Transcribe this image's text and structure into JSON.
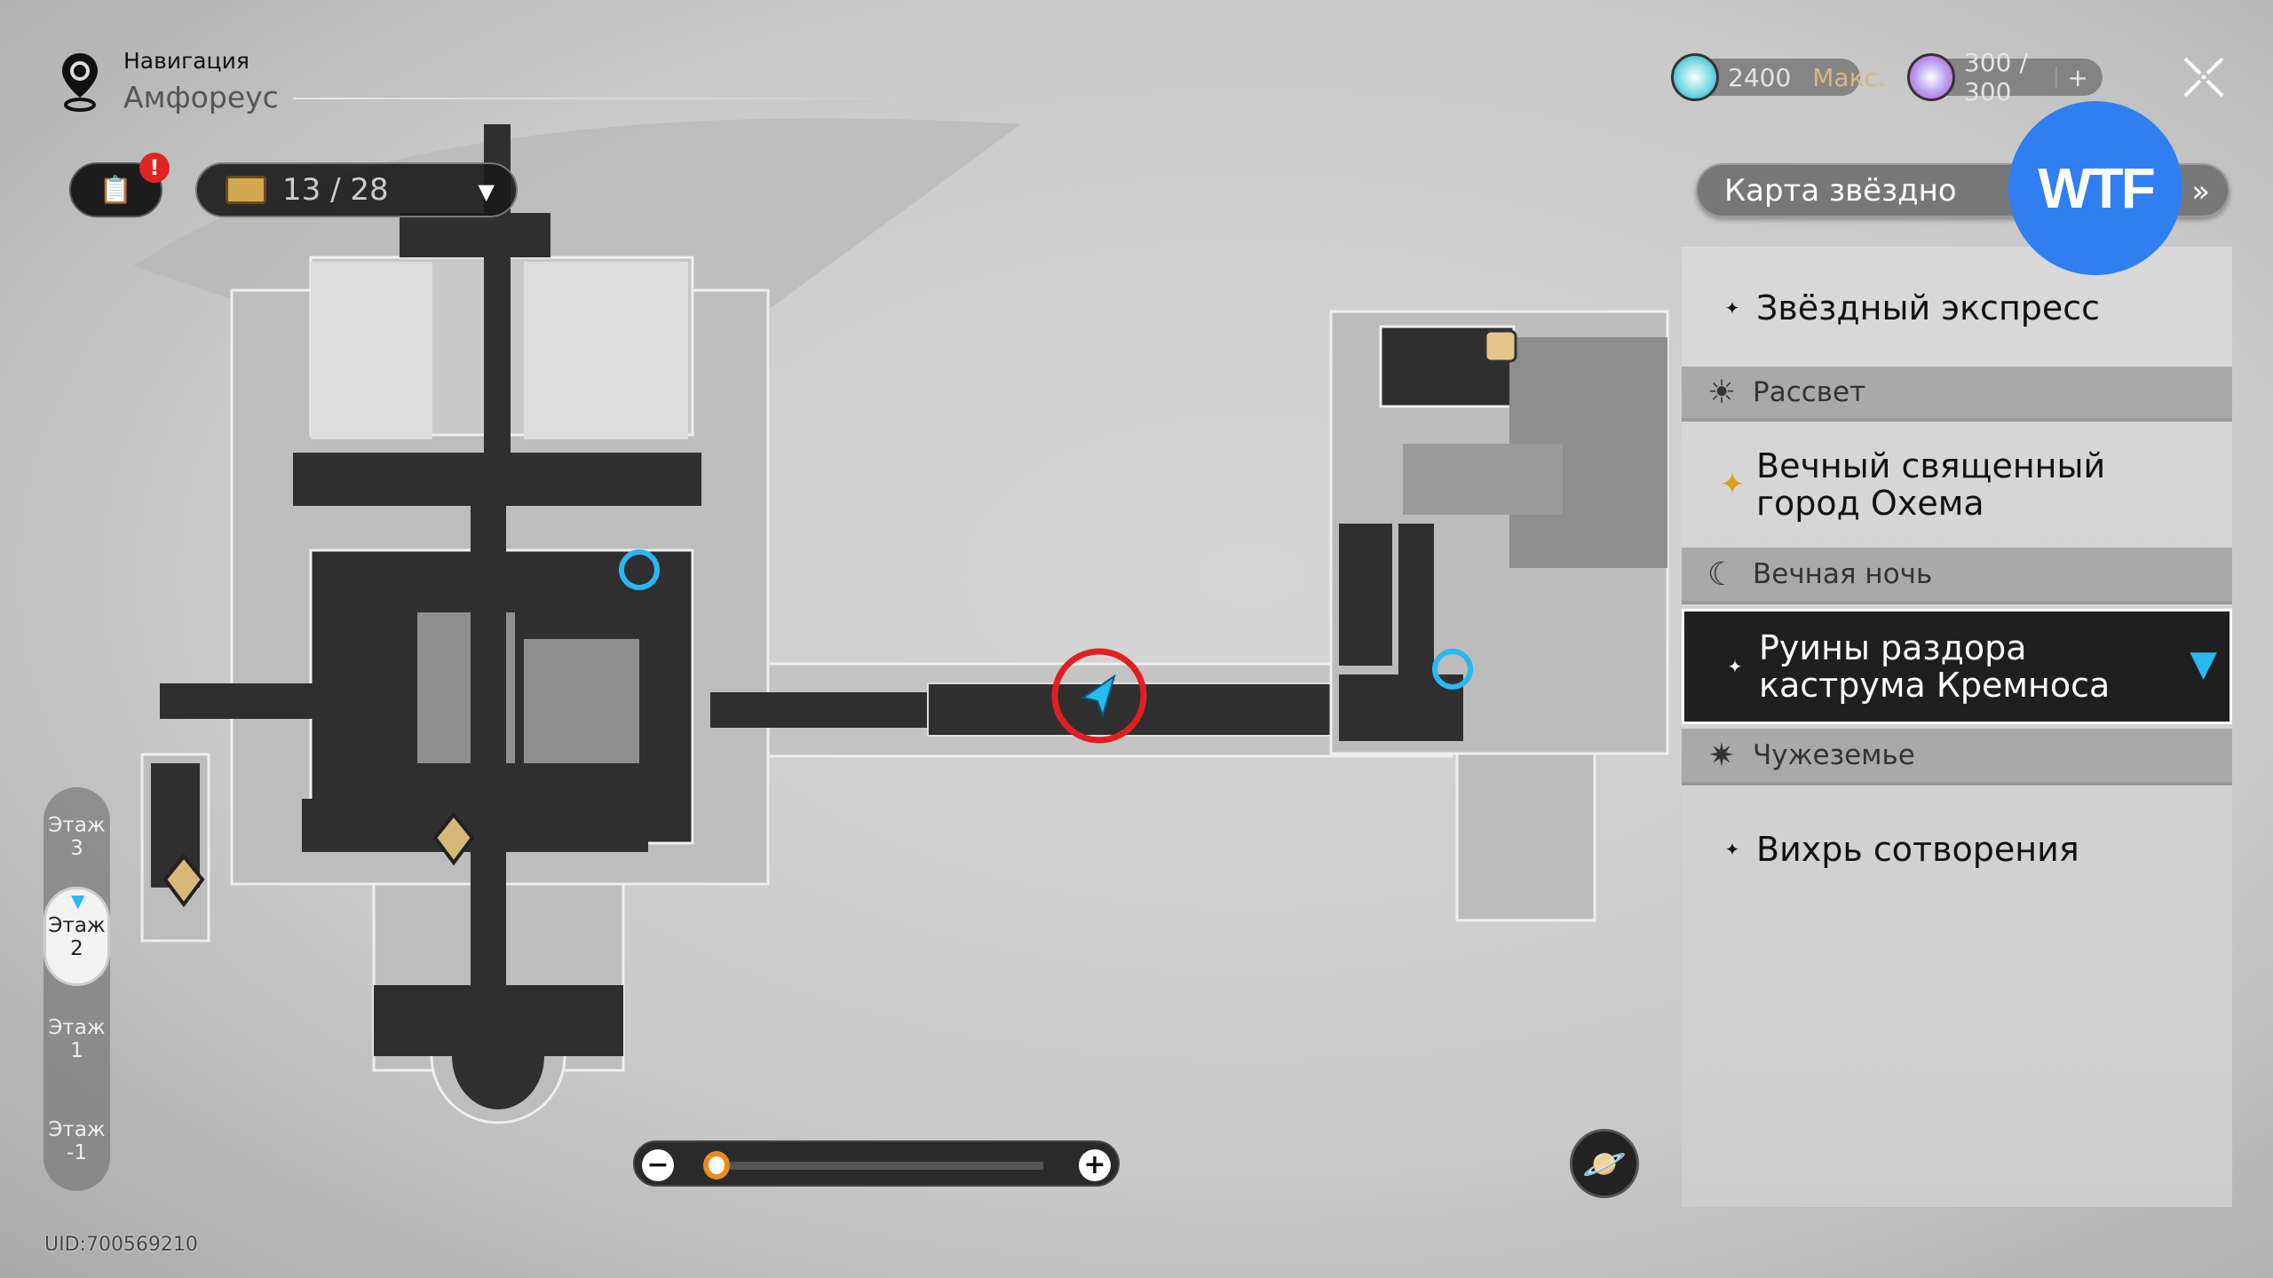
{
  "header": {
    "nav_label": "Навигация",
    "location": "Амфореус"
  },
  "quest_button": {
    "icon": "clipboard-icon",
    "badge": "!"
  },
  "chest_counter": {
    "value": "13 / 28",
    "caret": "▼"
  },
  "currencies": [
    {
      "icon": "trailblaze-power-icon",
      "value": "2400",
      "suffix": "Макс."
    },
    {
      "icon": "reserved-power-icon",
      "value": "300 / 300",
      "suffix": "+"
    }
  ],
  "close_icon": "close-icon",
  "star_map_button": {
    "label": "Карта звёздно",
    "chevron": "»"
  },
  "watermark_logo": "WTF",
  "panel": {
    "express": "Звёздный экспресс",
    "groups": [
      {
        "header": "Рассвет",
        "icon": "☀"
      },
      {
        "header": "Вечная ночь",
        "icon": "☾"
      },
      {
        "header": "Чужеземье",
        "icon": "✷"
      }
    ],
    "okhema": [
      "Вечный священный",
      "город Охема"
    ],
    "selected": [
      "Руины раздора",
      "каструма Кремноса"
    ],
    "vortex": "Вихрь сотворения"
  },
  "floors": [
    {
      "word": "Этаж",
      "num": "3"
    },
    {
      "word": "Этаж",
      "num": "2",
      "active": true
    },
    {
      "word": "Этаж",
      "num": "1"
    },
    {
      "word": "Этаж",
      "num": "-1"
    }
  ],
  "zoom": {
    "minus": "−",
    "plus": "+",
    "level": 0.05
  },
  "uid": "UID:700569210",
  "colors": {
    "accent_blue": "#2bb7f0",
    "orange": "#f08a1c",
    "marker_red": "#e02020",
    "wtf_blue": "#2f7ff0"
  }
}
